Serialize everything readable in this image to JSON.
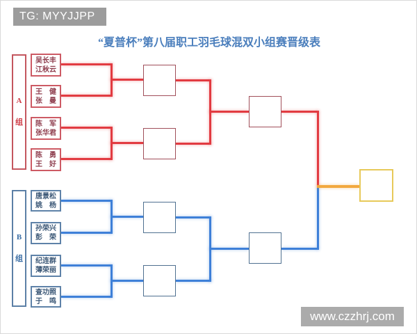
{
  "banner": {
    "text": "TG: MYYJJPP"
  },
  "title": "“夏普杯”第八届职工羽毛球混双小组赛晋级表",
  "watermark": "www.czzhrj.com",
  "bracket": {
    "groups": [
      {
        "name": "Group A",
        "label_char1": "A",
        "label_char2": "组",
        "accent_color": "#e23b41",
        "teams": [
          {
            "line1": "吴长丰",
            "line2": "江秋云"
          },
          {
            "line1": "王　健",
            "line2": "张　曼"
          },
          {
            "line1": "陈　军",
            "line2": "张华君"
          },
          {
            "line1": "陈　勇",
            "line2": "王　好"
          }
        ]
      },
      {
        "name": "Group B",
        "label_char1": "B",
        "label_char2": "组",
        "accent_color": "#3e80d8",
        "teams": [
          {
            "line1": "唐景松",
            "line2": "姚　杨"
          },
          {
            "line1": "孙荣兴",
            "line2": "彭　荣"
          },
          {
            "line1": "纪连群",
            "line2": "薄荣丽"
          },
          {
            "line1": "查功照",
            "line2": "于　鸣"
          }
        ]
      }
    ],
    "champion_box_color": "#e7c959",
    "final_connector_color": "#f2a83e",
    "title_color": "#4a7ebc"
  }
}
